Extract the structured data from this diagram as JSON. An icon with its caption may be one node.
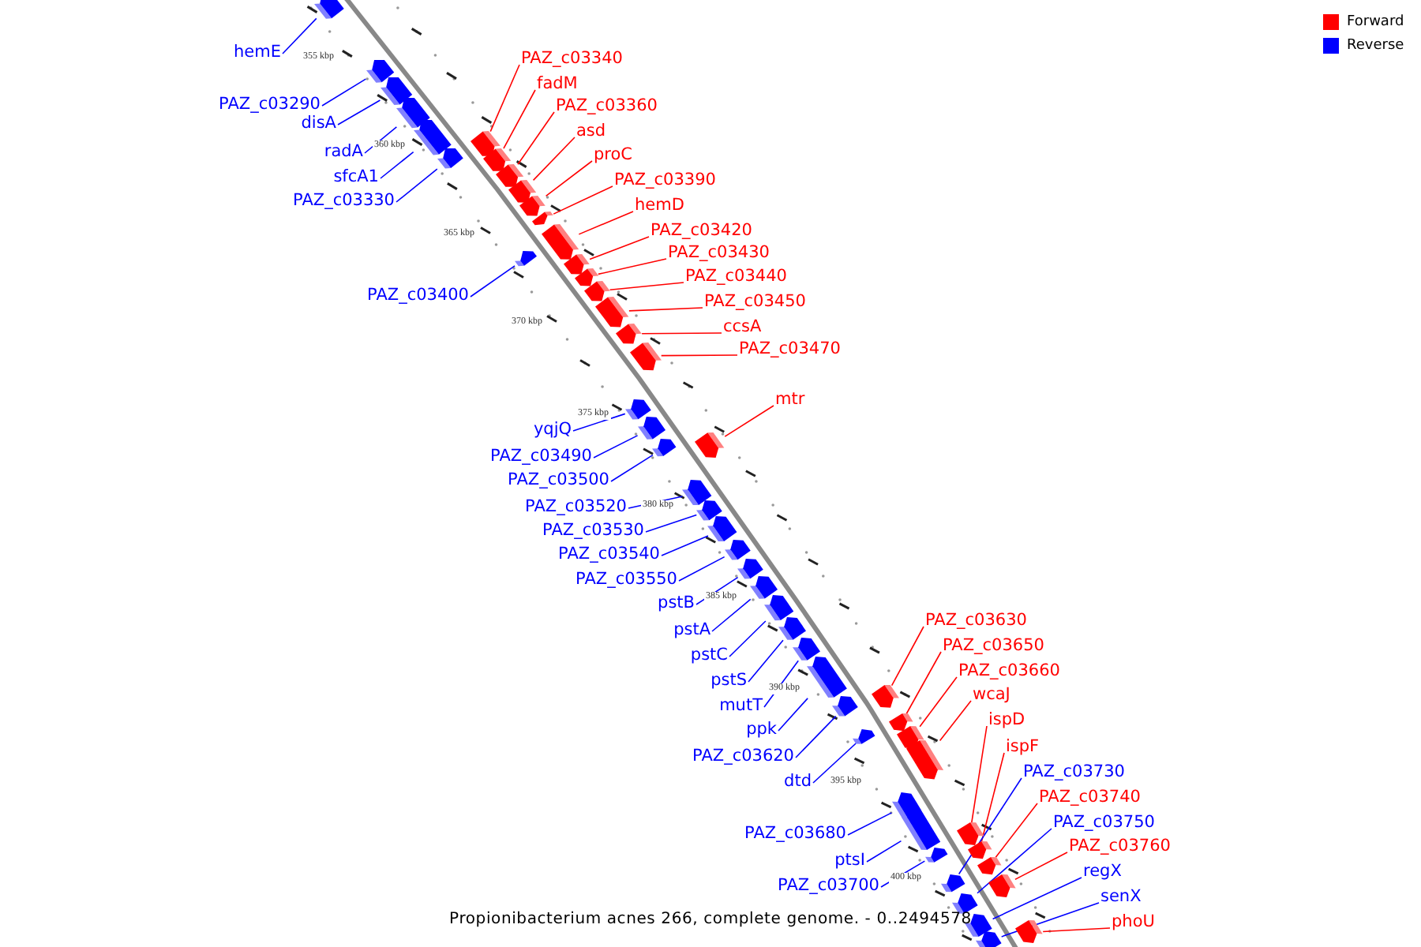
{
  "diagram": {
    "caption": "Propionibacterium acnes 266, complete genome. - 0..2494578",
    "nodes": [
      {
        "text": [
          "hemE"
        ]
      },
      {
        "text": [],
        "shape": "bar"
      },
      {
        "text": [
          "PAZ_c03290"
        ]
      },
      {
        "text": [],
        "shape": "bar"
      },
      {
        "text": [
          "disA"
        ]
      },
      {
        "text": [],
        "shape": "bar"
      },
      {
        "text": [
          "radA"
        ]
      },
      {
        "text": [],
        "shape": "bar"
      },
      {
        "text": [
          "sfcA1"
        ]
      },
      {
        "text": [],
        "shape": "bar"
      },
      {
        "text": [
          "PAZ_c03330"
        ]
      },
      {
        "text": [],
        "shape": "bar"
      },
      {
        "text": [
          "PAZ_c03340"
        ]
      },
      {
        "text": [],
        "shape": "bar"
      },
      {
        "text": [
          "fadM"
        ]
      },
      {
        "text": [],
        "shape": "bar"
      },
      {
        "text": [
          "PAZ_c03360"
        ]
      },
      {
        "text": [],
        "shape": "bar"
      },
      {
        "text": [
          "asd"
        ]
      },
      {
        "text": [],
        "shape": "bar"
      },
      {
        "text": [
          "proC"
        ]
      },
      {
        "text": [],
        "shape": "bar"
      },
      {
        "text": [
          "PAZ_c03390"
        ]
      },
      {
        "text": [],
        "shape": "bar"
      },
      {
        "text": [
          "hemD"
        ]
      },
      {
        "text": [],
        "shape": "bar"
      },
      {
        "text": [
          "PAZ_c03420"
        ]
      },
      {
        "text": [],
        "shape": "bar"
      },
      {
        "text": [
          "PAZ_c03430"
        ]
      },
      {
        "text": [],
        "shape": "bar"
      },
      {
        "text": [
          "PAZ_c03440"
        ]
      },
      {
        "text": [],
        "shape": "bar"
      },
      {
        "text": [
          "PAZ_c03450"
        ]
      },
      {
        "text": [],
        "shape": "bar"
      },
      {
        "text": [
          "ccsA"
        ]
      },
      {
        "text": [],
        "shape": "bar"
      },
      {
        "text": [
          "PAZ_c03470"
        ]
      },
      {
        "text": [],
        "shape": "bar"
      },
      {
        "text": [
          "PAZ_c03400"
        ]
      },
      {
        "text": [],
        "shape": "bar"
      },
      {
        "text": [
          "yqjQ"
        ]
      },
      {
        "text": [],
        "shape": "bar"
      },
      {
        "text": [
          "mtr"
        ]
      },
      {
        "text": [],
        "shape": "bar"
      },
      {
        "text": [
          "PAZ_c03490"
        ]
      },
      {
        "text": [],
        "shape": "bar"
      },
      {
        "text": [
          "PAZ_c03500"
        ]
      },
      {
        "text": [],
        "shape": "bar"
      },
      {
        "text": [
          "PAZ_c03520"
        ]
      },
      {
        "text": [],
        "shape": "bar"
      },
      {
        "text": [
          "PAZ_c03530"
        ]
      },
      {
        "text": [],
        "shape": "bar"
      },
      {
        "text": [
          "PAZ_c03540"
        ]
      },
      {
        "text": [],
        "shape": "bar"
      },
      {
        "text": [
          "PAZ_c03550"
        ]
      },
      {
        "text": [],
        "shape": "bar"
      },
      {
        "text": [
          "pstB"
        ]
      },
      {
        "text": [],
        "shape": "bar"
      },
      {
        "text": [
          "pstA"
        ]
      },
      {
        "text": [],
        "shape": "bar"
      },
      {
        "text": [
          "pstC"
        ]
      },
      {
        "text": [],
        "shape": "bar"
      },
      {
        "text": [
          "pstS"
        ]
      },
      {
        "text": [],
        "shape": "bar"
      },
      {
        "text": [
          "mutT"
        ]
      },
      {
        "text": [],
        "shape": "bar"
      },
      {
        "text": [
          "ppk"
        ]
      },
      {
        "text": [],
        "shape": "bar"
      },
      {
        "text": [
          "PAZ_c03620"
        ]
      },
      {
        "text": [],
        "shape": "bar"
      },
      {
        "text": [
          "dtd"
        ]
      },
      {
        "text": [],
        "shape": "bar"
      },
      {
        "text": [
          "PAZ_c03630"
        ]
      },
      {
        "text": [],
        "shape": "bar"
      },
      {
        "text": [
          "PAZ_c03650"
        ]
      },
      {
        "text": [],
        "shape": "bar"
      },
      {
        "text": [
          "PAZ_c03660"
        ]
      },
      {
        "text": [],
        "shape": "bar"
      },
      {
        "text": [
          "wcaJ"
        ]
      },
      {
        "text": [],
        "shape": "bar"
      },
      {
        "text": [
          "ispD"
        ]
      },
      {
        "text": [],
        "shape": "bar"
      },
      {
        "text": [
          "ispF"
        ]
      },
      {
        "text": [],
        "shape": "bar"
      },
      {
        "text": [
          "PAZ_c03680"
        ]
      },
      {
        "text": [],
        "shape": "bar"
      },
      {
        "text": [
          "ptsI"
        ]
      },
      {
        "text": [],
        "shape": "bar"
      },
      {
        "text": [
          "PAZ_c03700"
        ]
      },
      {
        "text": [],
        "shape": "bar"
      },
      {
        "text": [
          "PAZ_c03730"
        ]
      },
      {
        "text": [],
        "shape": "bar"
      },
      {
        "text": [
          "PAZ_c03740"
        ]
      },
      {
        "text": [],
        "shape": "bar"
      },
      {
        "text": [
          "PAZ_c03750"
        ]
      },
      {
        "text": [],
        "shape": "bar"
      },
      {
        "text": [
          "PAZ_c03760"
        ]
      },
      {
        "text": [],
        "shape": "bar"
      },
      {
        "text": [
          "regX"
        ]
      },
      {
        "text": [],
        "shape": "bar"
      },
      {
        "text": [
          "senX"
        ]
      },
      {
        "text": [],
        "shape": "bar"
      },
      {
        "text": [
          "phoU"
        ]
      },
      {
        "text": [],
        "shape": "bar"
      }
    ],
    "edges": [
      {
        "from": 0,
        "to": 1,
        "arrow": "none"
      },
      {
        "from": 2,
        "to": 3,
        "arrow": "none"
      },
      {
        "from": 4,
        "to": 5,
        "arrow": "none"
      },
      {
        "from": 6,
        "to": 7,
        "arrow": "none"
      },
      {
        "from": 8,
        "to": 9,
        "arrow": "none"
      },
      {
        "from": 10,
        "to": 11,
        "arrow": "none"
      },
      {
        "from": 12,
        "to": 13,
        "arrow": "none",
        "color": "#ff0000"
      },
      {
        "from": 14,
        "to": 15,
        "arrow": "none",
        "color": "#ff0000"
      },
      {
        "from": 16,
        "to": 17,
        "arrow": "none",
        "color": "#ff0000"
      },
      {
        "from": 18,
        "to": 19,
        "arrow": "none",
        "color": "#ff0000"
      },
      {
        "from": 20,
        "to": 21,
        "arrow": "none",
        "color": "#ff0000"
      },
      {
        "from": 22,
        "to": 23,
        "arrow": "none",
        "color": "#ff0000"
      },
      {
        "from": 24,
        "to": 25,
        "arrow": "none",
        "color": "#ff0000"
      },
      {
        "from": 26,
        "to": 27,
        "arrow": "none",
        "color": "#ff0000"
      },
      {
        "from": 28,
        "to": 29,
        "arrow": "none",
        "color": "#ff0000"
      },
      {
        "from": 30,
        "to": 31,
        "arrow": "none",
        "color": "#ff0000"
      },
      {
        "from": 32,
        "to": 33,
        "arrow": "none",
        "color": "#ff0000"
      },
      {
        "from": 34,
        "to": 35,
        "arrow": "none",
        "color": "#ff0000"
      },
      {
        "from": 36,
        "to": 37,
        "arrow": "none",
        "color": "#ff0000"
      },
      {
        "from": 38,
        "to": 39,
        "arrow": "none"
      },
      {
        "from": 40,
        "to": 41,
        "arrow": "none"
      },
      {
        "from": 42,
        "to": 43,
        "arrow": "none",
        "color": "#ff0000"
      },
      {
        "from": 44,
        "to": 45,
        "arrow": "none"
      },
      {
        "from": 46,
        "to": 47,
        "arrow": "none"
      },
      {
        "from": 48,
        "to": 49,
        "arrow": "none"
      },
      {
        "from": 50,
        "to": 51,
        "arrow": "none"
      },
      {
        "from": 52,
        "to": 53,
        "arrow": "none"
      },
      {
        "from": 54,
        "to": 55,
        "arrow": "none"
      },
      {
        "from": 56,
        "to": 57,
        "arrow": "none"
      },
      {
        "from": 58,
        "to": 59,
        "arrow": "none"
      },
      {
        "from": 60,
        "to": 61,
        "arrow": "none"
      },
      {
        "from": 62,
        "to": 63,
        "arrow": "none"
      },
      {
        "from": 64,
        "to": 65,
        "arrow": "none"
      },
      {
        "from": 66,
        "to": 67,
        "arrow": "none"
      },
      {
        "from": 68,
        "to": 69,
        "arrow": "none"
      },
      {
        "from": 70,
        "to": 71,
        "arrow": "none"
      },
      {
        "from": 72,
        "to": 73,
        "arrow": "none",
        "color": "#ff0000"
      },
      {
        "from": 74,
        "to": 75,
        "arrow": "none",
        "color": "#ff0000"
      },
      {
        "from": 76,
        "to": 77,
        "arrow": "none",
        "color": "#ff0000"
      },
      {
        "from": 78,
        "to": 79,
        "arrow": "none",
        "color": "#ff0000"
      },
      {
        "from": 80,
        "to": 81,
        "arrow": "none",
        "color": "#ff0000"
      },
      {
        "from": 82,
        "to": 83,
        "arrow": "none",
        "color": "#ff0000"
      },
      {
        "from": 84,
        "to": 85,
        "arrow": "none"
      },
      {
        "from": 86,
        "to": 87,
        "arrow": "none"
      },
      {
        "from": 88,
        "to": 89,
        "arrow": "none"
      },
      {
        "from": 90,
        "to": 91,
        "arrow": "none"
      },
      {
        "from": 92,
        "to": 93,
        "arrow": "none",
        "color": "#ff0000"
      },
      {
        "from": 94,
        "to": 95,
        "arrow": "none"
      },
      {
        "from": 96,
        "to": 97,
        "arrow": "none",
        "color": "#ff0000"
      },
      {
        "from": 98,
        "to": 99,
        "arrow": "none"
      },
      {
        "from": 100,
        "to": 101,
        "arrow": "none"
      },
      {
        "from": 102,
        "to": 103,
        "arrow": "none",
        "color": "#ff0000"
      }
    ],
    "labels": [
      "355 kbp",
      "360 kbp",
      "365 kbp",
      "370 kbp",
      "375 kbp",
      "380 kbp",
      "385 kbp",
      "390 kbp",
      "395 kbp",
      "400 kbp"
    ],
    "legend": [
      {
        "text": "Forward",
        "color": "#ff0000"
      },
      {
        "text": "Reverse",
        "color": "#0000ff"
      }
    ]
  }
}
